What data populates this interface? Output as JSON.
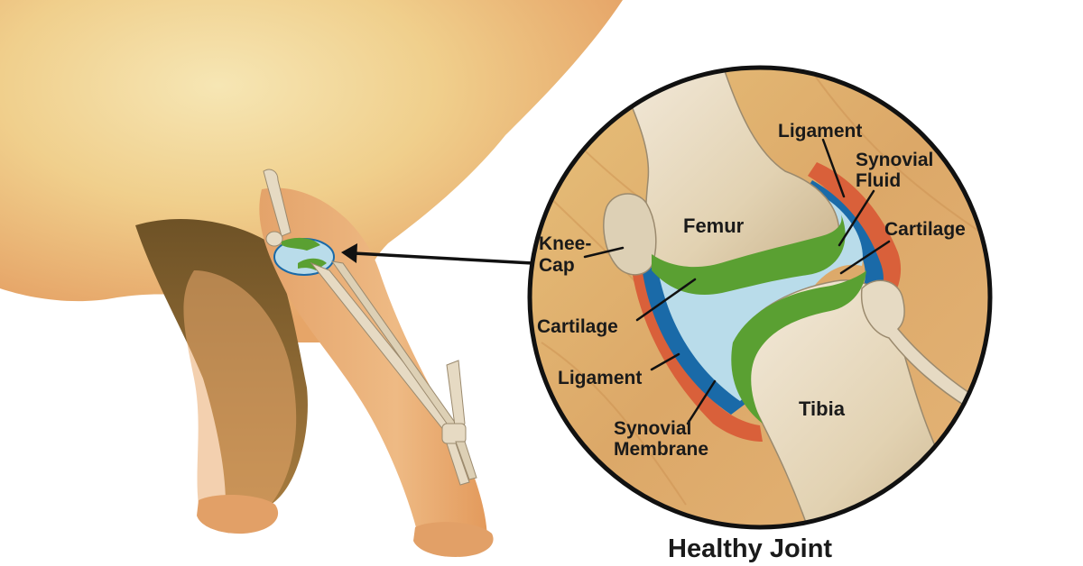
{
  "labels": {
    "ligament_top": "Ligament",
    "synovial_fluid_1": "Synovial",
    "synovial_fluid_2": "Fluid",
    "cartilage_right": "Cartilage",
    "knee_cap_1": "Knee-",
    "knee_cap_2": "Cap",
    "femur": "Femur",
    "cartilage_left": "Cartilage",
    "ligament_left": "Ligament",
    "synovial_membrane_1": "Synovial",
    "synovial_membrane_2": "Membrane",
    "tibia": "Tibia"
  },
  "caption": "Healthy Joint",
  "colors": {
    "fur_light": "#f1d79a",
    "fur_orange": "#e8a060",
    "fur_dark": "#7a5a2c",
    "bone": "#e9dcc0",
    "cartilage": "#5aa032",
    "synovial_fluid": "#b9dcea",
    "membrane": "#1a6aa8",
    "ligament": "#d9603a",
    "circle_border": "#111111"
  }
}
